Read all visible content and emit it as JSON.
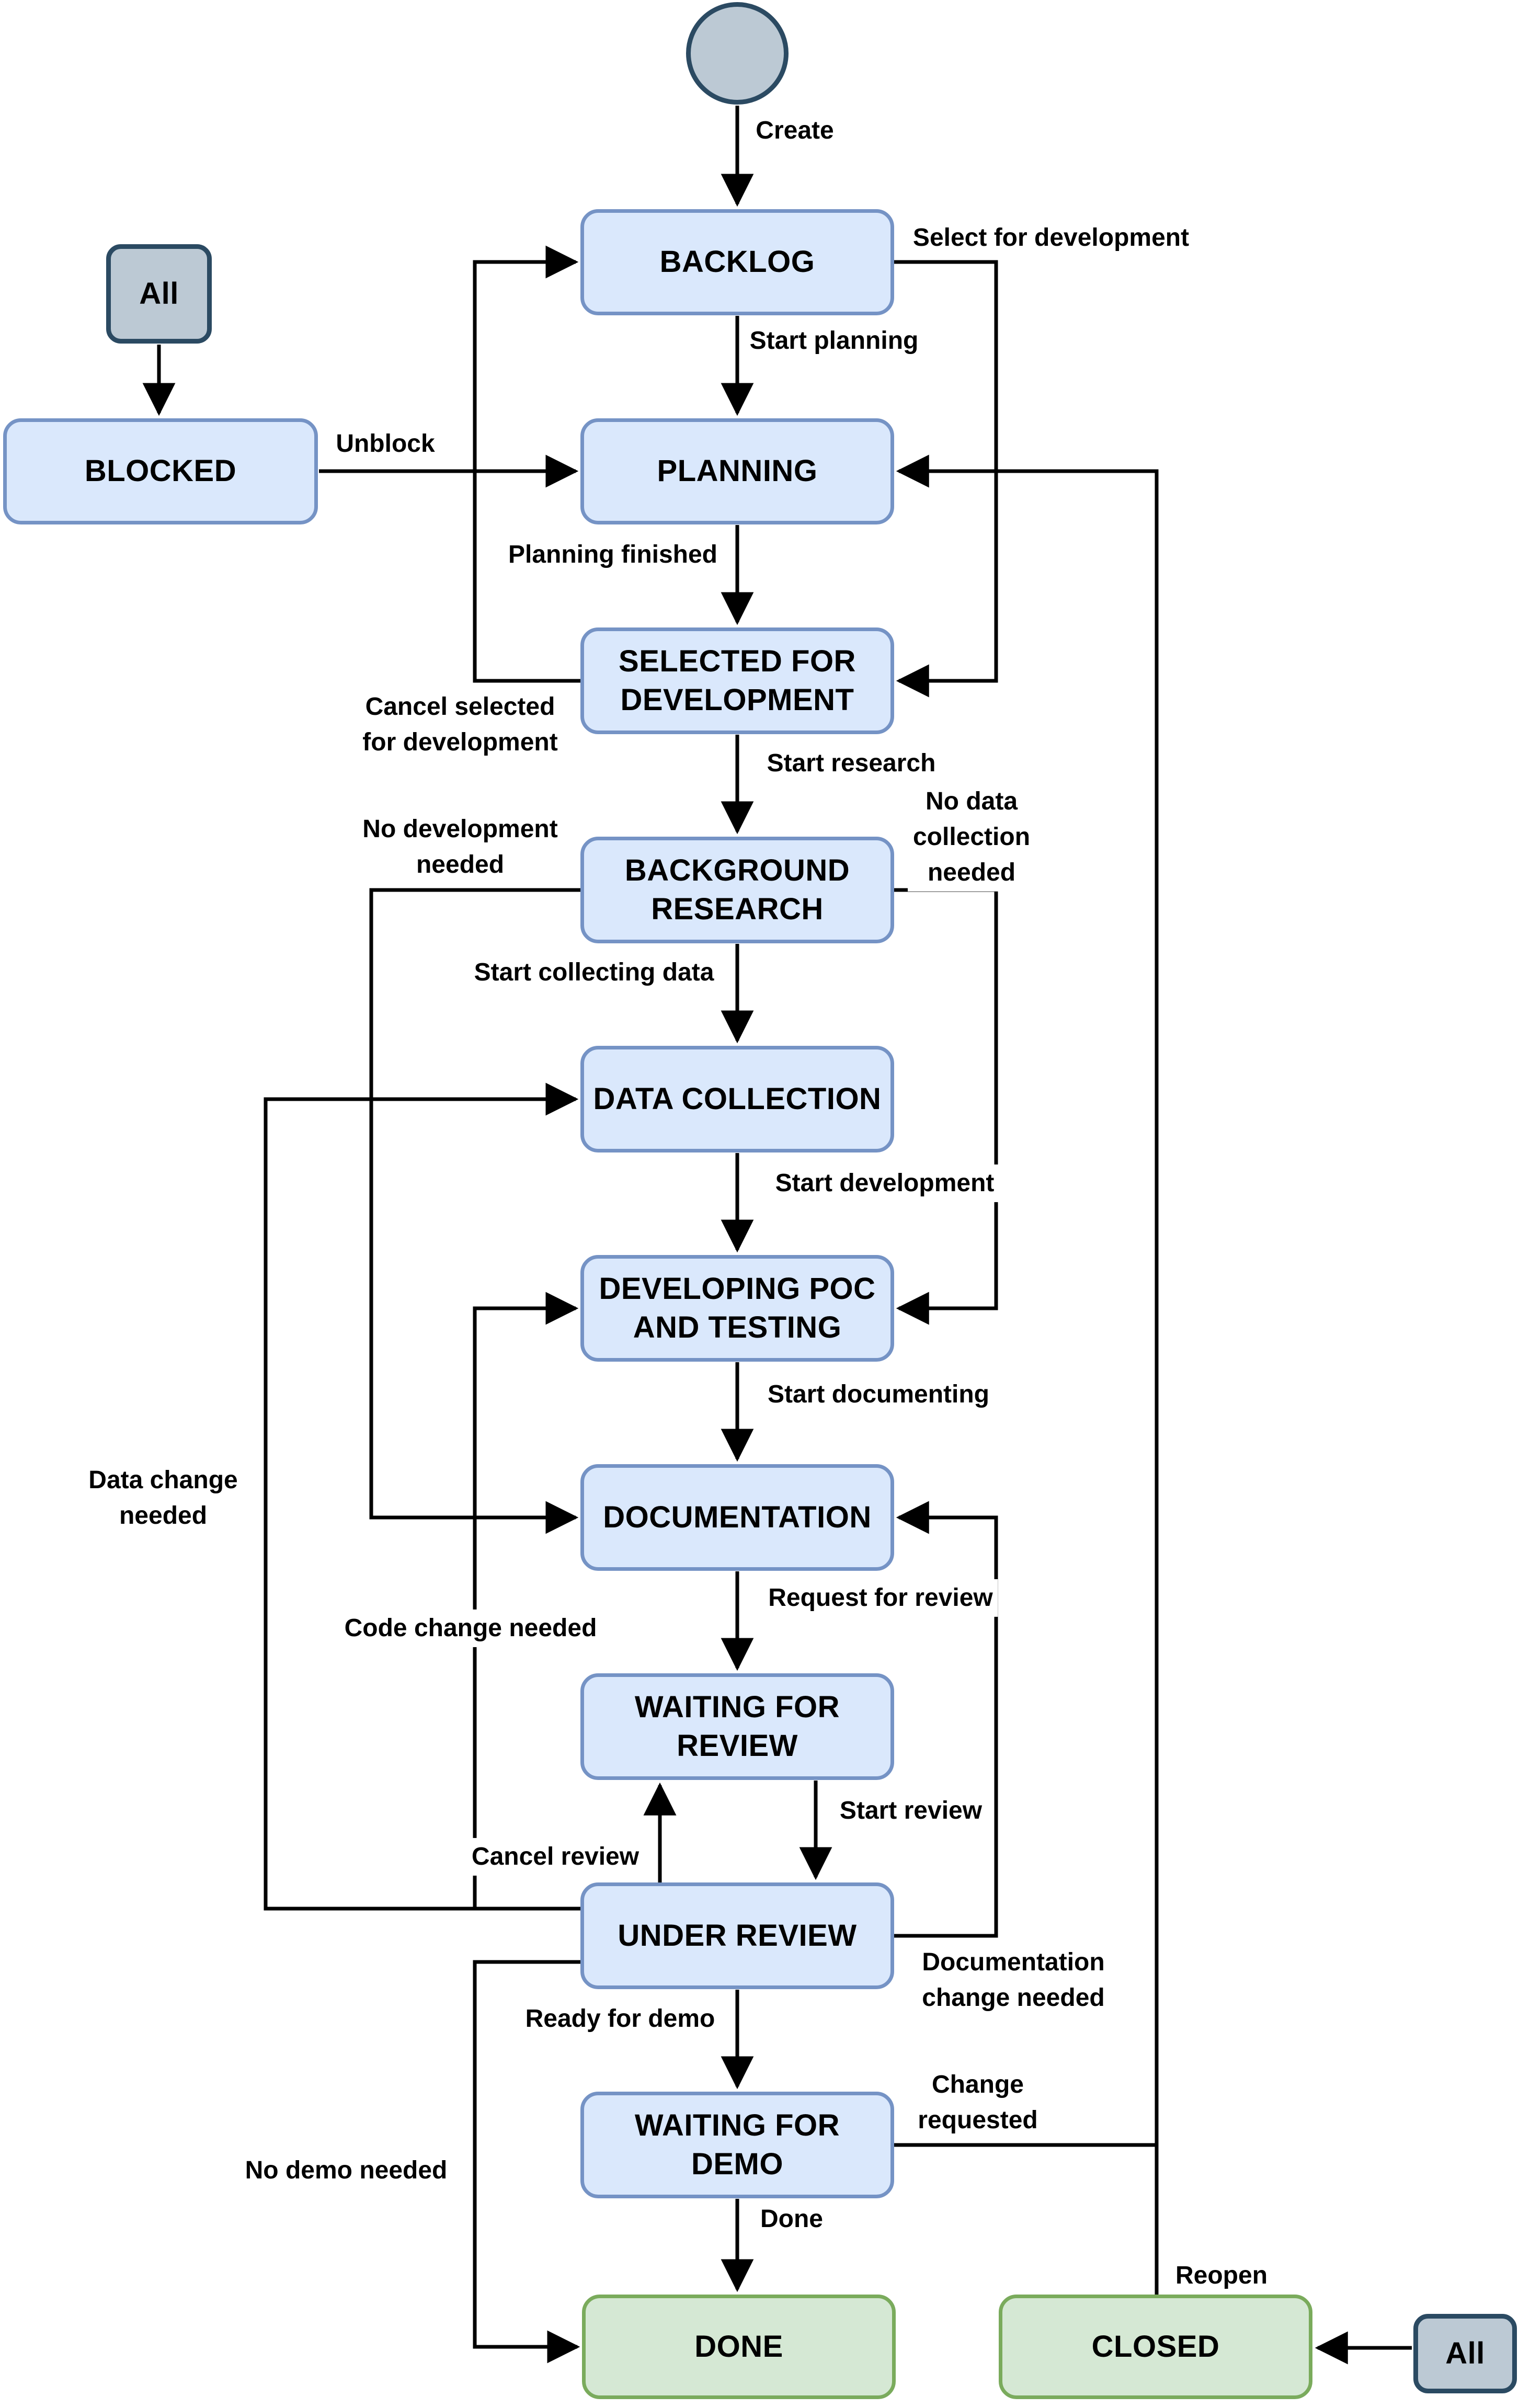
{
  "diagram": {
    "kind": "workflow-state-diagram",
    "nodes": [
      {
        "id": "start",
        "label": "",
        "type": "start-circle"
      },
      {
        "id": "backlog",
        "label": "BACKLOG",
        "type": "state"
      },
      {
        "id": "all-top",
        "label": "All",
        "type": "any-state"
      },
      {
        "id": "blocked",
        "label": "BLOCKED",
        "type": "state"
      },
      {
        "id": "planning",
        "label": "PLANNING",
        "type": "state"
      },
      {
        "id": "selected",
        "label": "SELECTED FOR\nDEVELOPMENT",
        "type": "state"
      },
      {
        "id": "background-research",
        "label": "BACKGROUND\nRESEARCH",
        "type": "state"
      },
      {
        "id": "data-collection",
        "label": "DATA COLLECTION",
        "type": "state"
      },
      {
        "id": "developing-poc",
        "label": "DEVELOPING POC\nAND TESTING",
        "type": "state"
      },
      {
        "id": "documentation",
        "label": "DOCUMENTATION",
        "type": "state"
      },
      {
        "id": "waiting-review",
        "label": "WAITING FOR\nREVIEW",
        "type": "state"
      },
      {
        "id": "under-review",
        "label": "UNDER REVIEW",
        "type": "state"
      },
      {
        "id": "waiting-demo",
        "label": "WAITING FOR\nDEMO",
        "type": "state"
      },
      {
        "id": "done",
        "label": "DONE",
        "type": "final-state"
      },
      {
        "id": "closed",
        "label": "CLOSED",
        "type": "final-state"
      },
      {
        "id": "all-bottom",
        "label": "All",
        "type": "any-state"
      }
    ],
    "transitions": [
      {
        "from": "start",
        "to": "backlog",
        "label": "Create"
      },
      {
        "from": "backlog",
        "to": "planning",
        "label": "Start planning"
      },
      {
        "from": "backlog",
        "to": "selected",
        "label": "Select for development"
      },
      {
        "from": "all-top",
        "to": "blocked",
        "label": ""
      },
      {
        "from": "blocked",
        "to": "planning",
        "label": "Unblock"
      },
      {
        "from": "planning",
        "to": "selected",
        "label": "Planning finished"
      },
      {
        "from": "selected",
        "to": "backlog",
        "label": "Cancel selected\nfor development"
      },
      {
        "from": "selected",
        "to": "background-research",
        "label": "Start research"
      },
      {
        "from": "background-research",
        "to": "documentation",
        "label": "No development\nneeded"
      },
      {
        "from": "background-research",
        "to": "developing-poc",
        "label": "No data\ncollection\nneeded"
      },
      {
        "from": "background-research",
        "to": "data-collection",
        "label": "Start collecting data"
      },
      {
        "from": "data-collection",
        "to": "developing-poc",
        "label": "Start development"
      },
      {
        "from": "developing-poc",
        "to": "documentation",
        "label": "Start documenting"
      },
      {
        "from": "documentation",
        "to": "waiting-review",
        "label": "Request for review"
      },
      {
        "from": "waiting-review",
        "to": "under-review",
        "label": "Start review"
      },
      {
        "from": "under-review",
        "to": "waiting-review",
        "label": "Cancel review"
      },
      {
        "from": "under-review",
        "to": "documentation",
        "label": "Documentation\nchange needed"
      },
      {
        "from": "under-review",
        "to": "data-collection",
        "label": "Data change\nneeded"
      },
      {
        "from": "under-review",
        "to": "developing-poc",
        "label": "Code change needed"
      },
      {
        "from": "under-review",
        "to": "waiting-demo",
        "label": "Ready for demo"
      },
      {
        "from": "under-review",
        "to": "done",
        "label": "No demo needed"
      },
      {
        "from": "waiting-demo",
        "to": "done",
        "label": "Done"
      },
      {
        "from": "waiting-demo",
        "to": "planning",
        "label": "Change\nrequested"
      },
      {
        "from": "closed",
        "to": "planning",
        "label": "Reopen"
      },
      {
        "from": "all-bottom",
        "to": "closed",
        "label": ""
      }
    ]
  },
  "colors": {
    "blue_fill": "#dae8fc",
    "blue_stroke": "#7593c5",
    "green_fill": "#d5e8d4",
    "green_stroke": "#7aab5c",
    "gray_fill": "#bcc9d4",
    "gray_stroke": "#2b4a62",
    "line_color": "#000000",
    "text_color": "#000000",
    "label_bg": "#ffffff"
  }
}
